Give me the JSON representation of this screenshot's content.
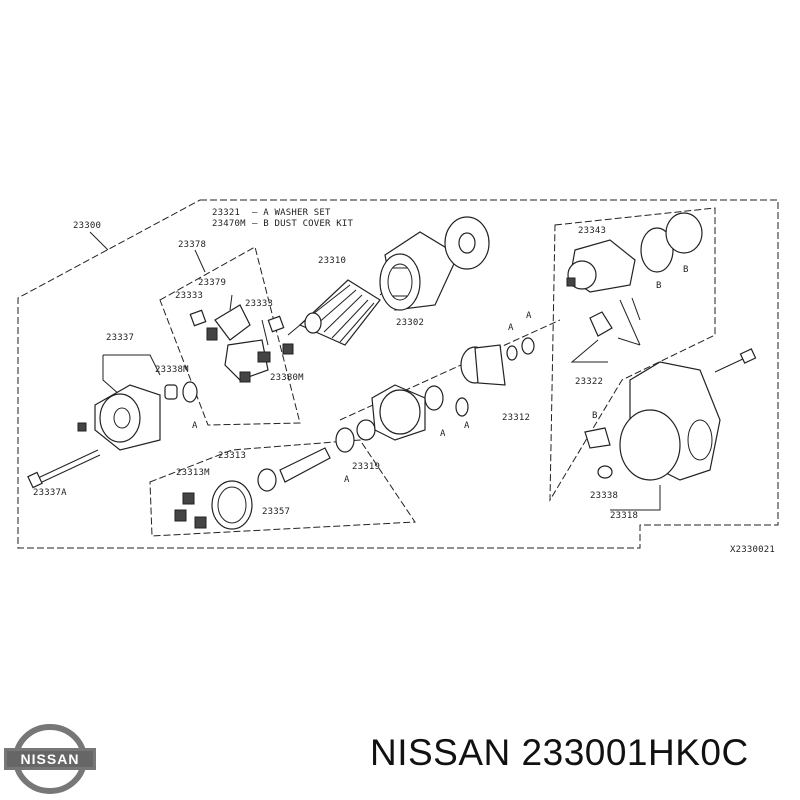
{
  "diagram": {
    "legend": [
      {
        "code": "23321",
        "text": "— A WASHER SET"
      },
      {
        "code": "23470M",
        "text": "— B DUST COVER KIT"
      }
    ],
    "drawing_code": "X2330021",
    "labels": {
      "p23300": "23300",
      "p23378": "23378",
      "p23379": "23379",
      "p23333a": "23333",
      "p23333b": "23333",
      "p23380m": "23380M",
      "p23310": "23310",
      "p23302": "23302",
      "p23337": "23337",
      "p23338m": "23338M",
      "p23337a": "23337A",
      "p23313": "23313",
      "p23313m": "23313M",
      "p23357": "23357",
      "p23319": "23319",
      "p23312": "23312",
      "p23343": "23343",
      "p23322": "23322",
      "p23338": "23338",
      "p23318": "23318"
    },
    "markers": {
      "a": "A",
      "b": "B"
    }
  },
  "brand": {
    "logo_text": "NISSAN",
    "caption": "NISSAN 233001HK0C"
  }
}
